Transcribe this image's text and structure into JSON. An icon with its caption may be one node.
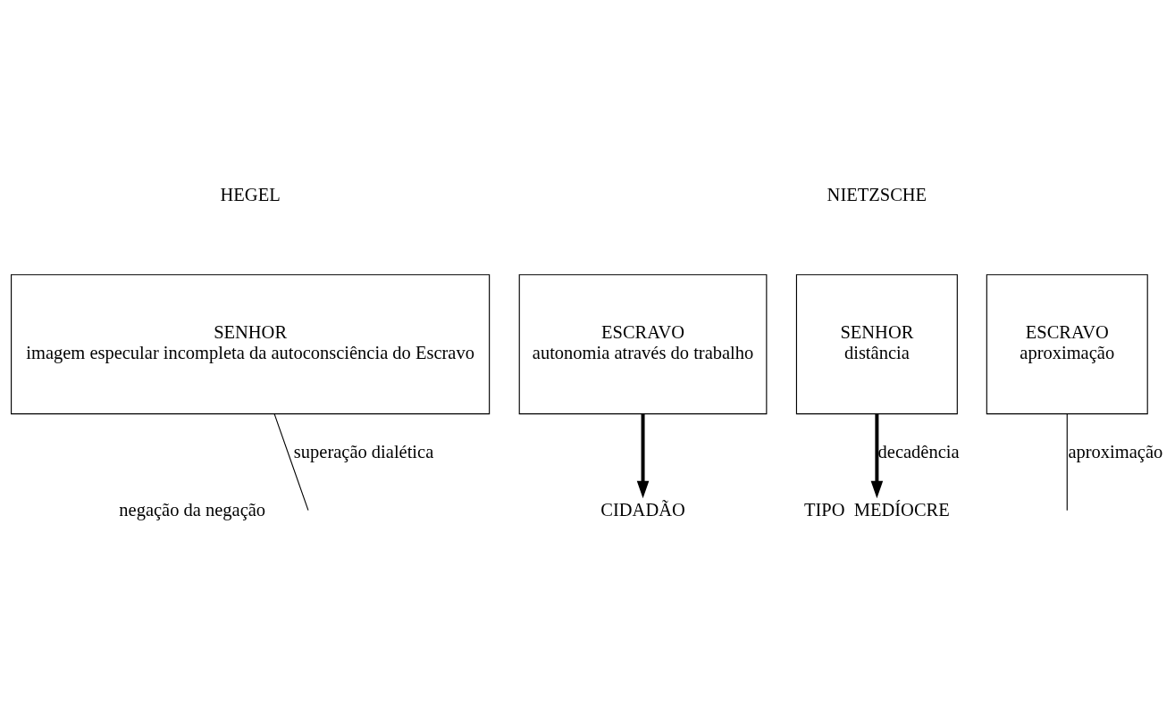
{
  "diagram": {
    "nodes": [
      {
        "text": [
          "SENHOR",
          "imagem especular incompleta da autoconsciência do Escravo"
        ]
      },
      {
        "text": [
          "ESCRAVO",
          "autonomia através do trabalho"
        ]
      },
      {
        "text": [
          "SENHOR",
          "distância"
        ]
      },
      {
        "text": [
          "ESCRAVO",
          "aproximação"
        ]
      },
      {
        "text": [
          "CIDADÃO"
        ]
      },
      {
        "text": [
          "TIPO  MEDÍOCRE"
        ]
      }
    ],
    "edges": [
      {
        "from": 0,
        "to": null,
        "arrow": "none",
        "label": "superação dialética"
      },
      {
        "from": 1,
        "to": 4,
        "arrow": "to",
        "style": "thick"
      },
      {
        "from": 2,
        "to": 5,
        "arrow": "to",
        "style": "thick",
        "label": "decadência"
      },
      {
        "from": 3,
        "to": null,
        "arrow": "none",
        "label": "aproximação"
      }
    ],
    "labels": [
      "HEGEL",
      "NIETZSCHE",
      "negação da negação"
    ]
  }
}
